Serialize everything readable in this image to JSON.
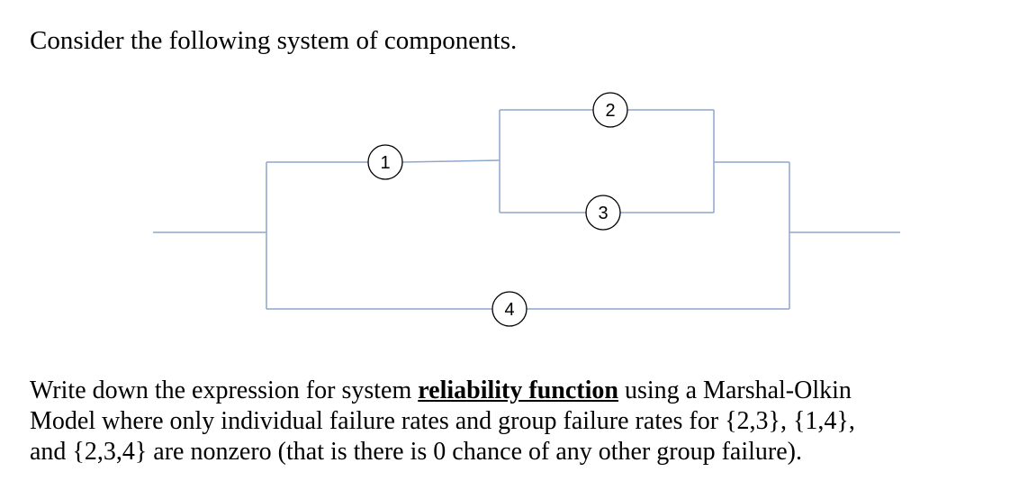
{
  "question": {
    "intro": "Consider the following system of components.",
    "body_line1_before": "Write down the expression for system ",
    "body_line1_emphasis": "reliability function",
    "body_line1_after": " using a Marshal-Olkin",
    "body_line2": "Model where only individual failure rates and group failure rates for {2,3}, {1,4},",
    "body_line3": "and {2,3,4} are nonzero (that is there is 0 chance of any other group failure)."
  },
  "diagram": {
    "components": [
      {
        "id": "1",
        "label": "1"
      },
      {
        "id": "2",
        "label": "2"
      },
      {
        "id": "3",
        "label": "3"
      },
      {
        "id": "4",
        "label": "4"
      }
    ],
    "wire_color": "#8fa6cf",
    "node_stroke": "#000000"
  }
}
